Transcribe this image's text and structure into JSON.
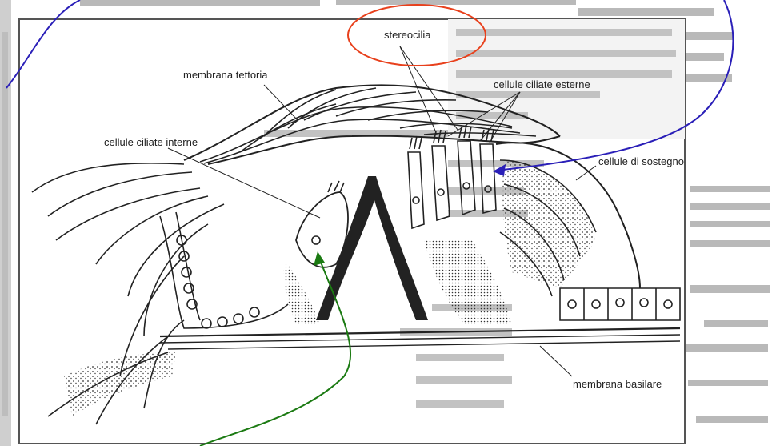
{
  "labels": {
    "stereocilia": "stereocilia",
    "membrana_tettoria": "membrana tettoria",
    "cellule_ciliate_esterne": "cellule ciliate esterne",
    "cellule_ciliate_interne": "cellule ciliate interne",
    "cellule_di_sostegno": "cellule di sostegno",
    "membrana_basilare": "membrana basilare"
  },
  "colors": {
    "highlight_circle": "#e8401c",
    "pointer_blue": "#2a1fb8",
    "pointer_green": "#1b7a12",
    "ink": "#222222",
    "page_texture": "#9a9a9a"
  },
  "icons": {
    "blue_arrow": "arrow-pointer-icon",
    "green_arrow": "arrow-pointer-icon"
  }
}
